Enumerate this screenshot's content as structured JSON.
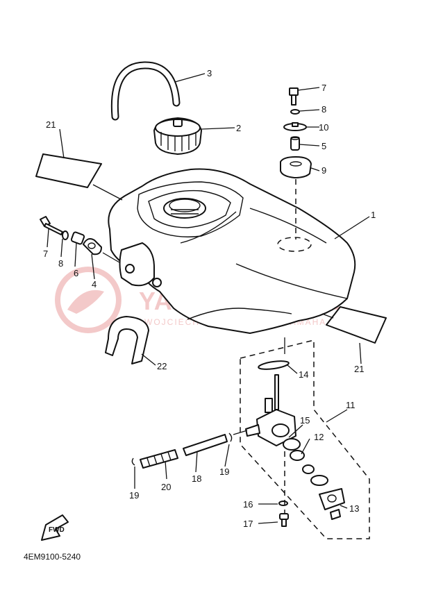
{
  "diagram": {
    "catalog_code": "4EM9100-5240",
    "fwd_label": "FWD",
    "watermark": {
      "title": "YAMA-SKLEP.PL",
      "subtitle": "WOJCIECHOWICZ DEALER YAMAHA"
    },
    "callouts": [
      {
        "id": "c1",
        "text": "1"
      },
      {
        "id": "c2",
        "text": "2"
      },
      {
        "id": "c3",
        "text": "3"
      },
      {
        "id": "c4",
        "text": "4"
      },
      {
        "id": "c5",
        "text": "5"
      },
      {
        "id": "c6",
        "text": "6"
      },
      {
        "id": "c7a",
        "text": "7"
      },
      {
        "id": "c7b",
        "text": "7"
      },
      {
        "id": "c8a",
        "text": "8"
      },
      {
        "id": "c8b",
        "text": "8"
      },
      {
        "id": "c9",
        "text": "9"
      },
      {
        "id": "c10",
        "text": "10"
      },
      {
        "id": "c11",
        "text": "11"
      },
      {
        "id": "c12",
        "text": "12"
      },
      {
        "id": "c13",
        "text": "13"
      },
      {
        "id": "c14",
        "text": "14"
      },
      {
        "id": "c15",
        "text": "15"
      },
      {
        "id": "c16",
        "text": "16"
      },
      {
        "id": "c17",
        "text": "17"
      },
      {
        "id": "c18",
        "text": "18"
      },
      {
        "id": "c19a",
        "text": "19"
      },
      {
        "id": "c19b",
        "text": "19"
      },
      {
        "id": "c20",
        "text": "20"
      },
      {
        "id": "c21a",
        "text": "21"
      },
      {
        "id": "c21b",
        "text": "21"
      },
      {
        "id": "c22",
        "text": "22"
      }
    ]
  }
}
